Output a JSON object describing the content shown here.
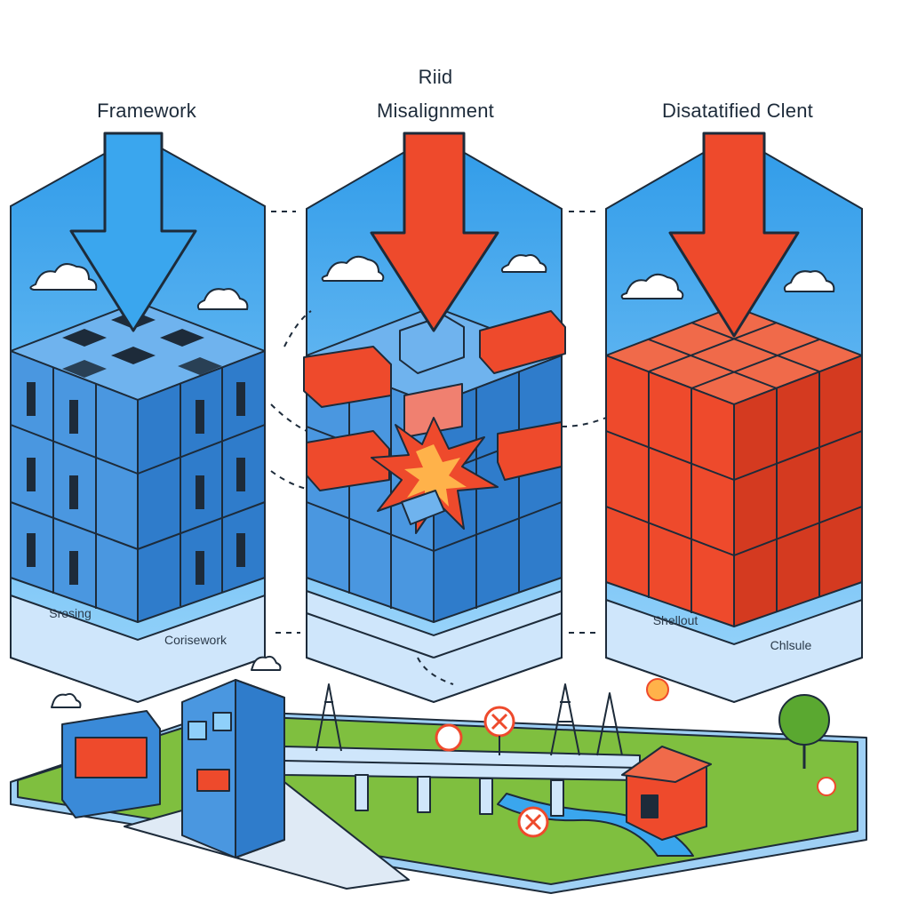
{
  "panels": [
    {
      "title": "Framework",
      "base_labels": [
        "Sresing",
        "Corisework"
      ]
    },
    {
      "title_lines": [
        "Riid",
        "Misalignment"
      ]
    },
    {
      "title": "Disatatified Clent",
      "base_labels": [
        "Shellout",
        "Chlsule"
      ]
    }
  ],
  "palette": {
    "sky": "#3aa6ee",
    "sky_light": "#8fd0fa",
    "block_blue": "#4a97e0",
    "block_blue_dark": "#2a6fb8",
    "block_red": "#ee4a2c",
    "block_red_dark": "#c2341c",
    "outline": "#1d2b3a",
    "grass": "#7fbf3f",
    "base_band": "#cfe6fb"
  },
  "icons": [
    "down-arrow-icon",
    "cloud-icon",
    "explosion-icon",
    "warning-x-icon",
    "flame-sign-icon",
    "tree-icon",
    "power-pylon-icon"
  ]
}
